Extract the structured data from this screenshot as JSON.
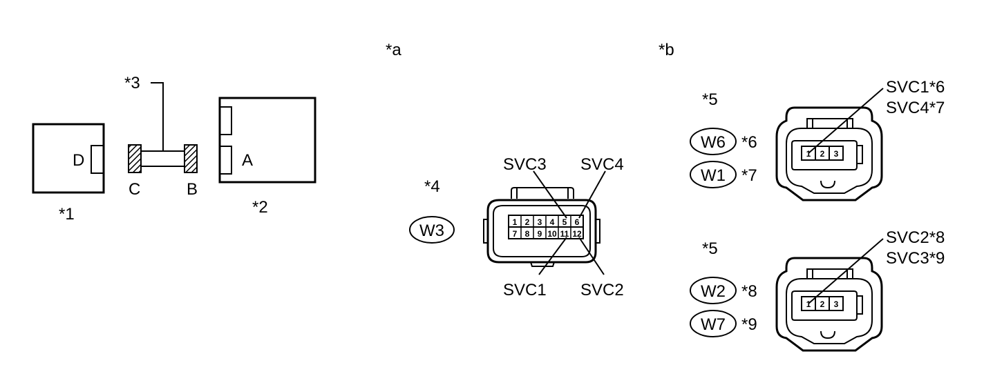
{
  "labels": {
    "section_a": "*a",
    "section_b": "*b",
    "item1": "*1",
    "item2": "*2",
    "item3": "*3",
    "item4": "*4",
    "item5_top": "*5",
    "item5_bottom": "*5",
    "term_d": "D",
    "term_a": "A",
    "term_c": "C",
    "term_b": "B"
  },
  "connector_12pin": {
    "wire_tag": "W3",
    "top_row": [
      "1",
      "2",
      "3",
      "4",
      "5",
      "6"
    ],
    "bottom_row": [
      "7",
      "8",
      "9",
      "10",
      "11",
      "12"
    ],
    "callouts": {
      "top_left": "SVC3",
      "top_right": "SVC4",
      "bottom_left": "SVC1",
      "bottom_right": "SVC2"
    }
  },
  "connector_top": {
    "pins": [
      "1",
      "2",
      "3"
    ],
    "callout_line1": "SVC1*6",
    "callout_line2": "SVC4*7",
    "tags": [
      {
        "tag": "W6",
        "note": "*6"
      },
      {
        "tag": "W1",
        "note": "*7"
      }
    ]
  },
  "connector_bottom": {
    "pins": [
      "1",
      "2",
      "3"
    ],
    "callout_line1": "SVC2*8",
    "callout_line2": "SVC3*9",
    "tags": [
      {
        "tag": "W2",
        "note": "*8"
      },
      {
        "tag": "W7",
        "note": "*9"
      }
    ]
  }
}
